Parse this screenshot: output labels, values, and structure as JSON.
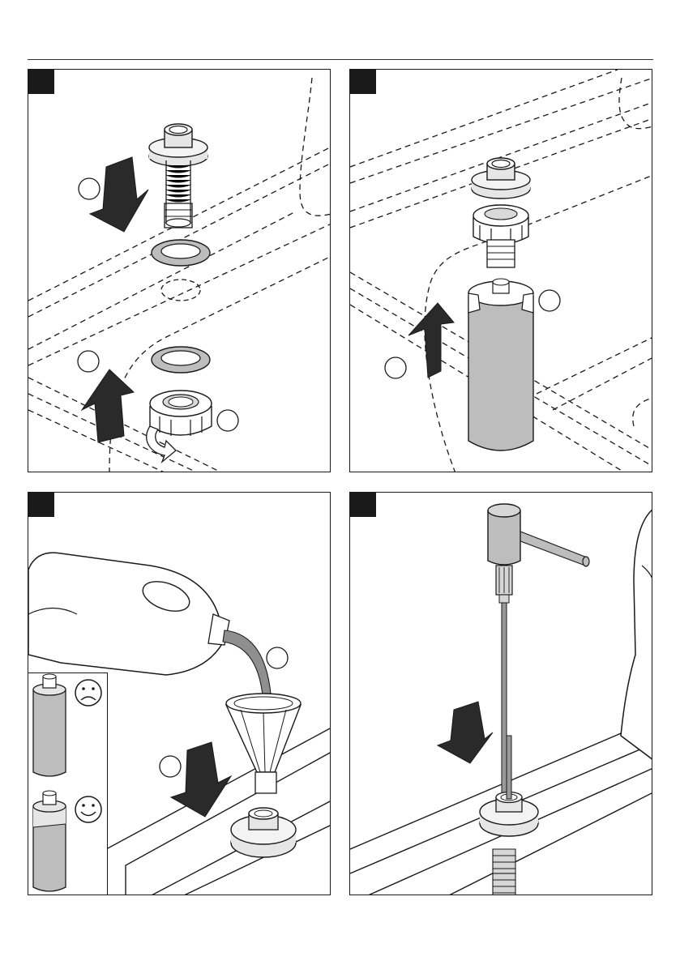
{
  "page": {
    "header_rule": true
  },
  "colors": {
    "line": "#1a1a1a",
    "part_fill": "#e6e6e6",
    "gray_fill": "#bdbdbd",
    "dark_fill": "#8a8a8a",
    "soap_stream": "#8f8f8f"
  },
  "steps": [
    {
      "id": "step-1",
      "icons": [
        "dispenser-shank-icon",
        "gasket-icon",
        "lock-nut-icon",
        "down-arrow-icon",
        "up-arrow-icon",
        "rotate-arrow-icon"
      ],
      "callouts": 3
    },
    {
      "id": "step-2",
      "icons": [
        "dispenser-shank-icon",
        "lock-nut-icon",
        "soap-bottle-icon",
        "up-arrow-icon"
      ],
      "callouts": 2
    },
    {
      "id": "step-3",
      "icons": [
        "detergent-jug-icon",
        "funnel-icon",
        "soap-stream-icon",
        "down-arrow-icon",
        "shank-collar-icon",
        "empty-bottle-icon",
        "sad-face-icon",
        "partly-filled-bottle-icon",
        "happy-face-icon"
      ],
      "callouts": 2
    },
    {
      "id": "step-4",
      "icons": [
        "soap-pump-head-icon",
        "down-arrow-icon",
        "faucet-icon",
        "shank-collar-icon"
      ],
      "callouts": 0
    }
  ]
}
